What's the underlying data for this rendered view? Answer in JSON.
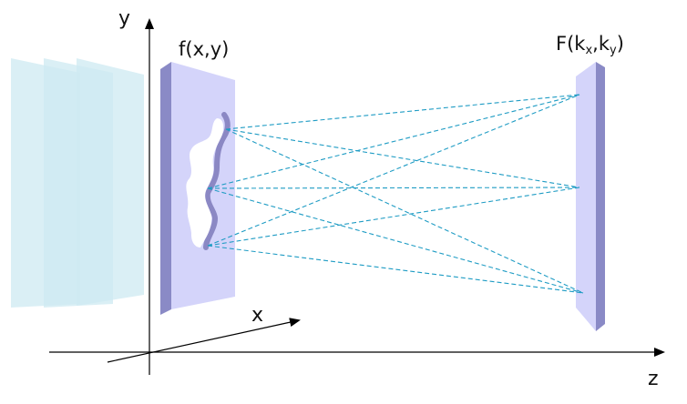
{
  "labels": {
    "y_axis": "y",
    "x_axis": "x",
    "z_axis": "z",
    "object_plane": "f(x,y)",
    "fourier_plane": {
      "prefix": "F(k",
      "sub1": "x",
      "sep": ",k",
      "sub2": "y",
      "suffix": ")"
    }
  },
  "colors": {
    "axis": "#000000",
    "ray": "#1f9cc4",
    "plate_front": "#d4d4fa",
    "plate_side": "#8a8ac6",
    "wave_plane": "#cdeaf2",
    "aperture": "#ffffff",
    "aperture_edge": "#8b88c4"
  }
}
